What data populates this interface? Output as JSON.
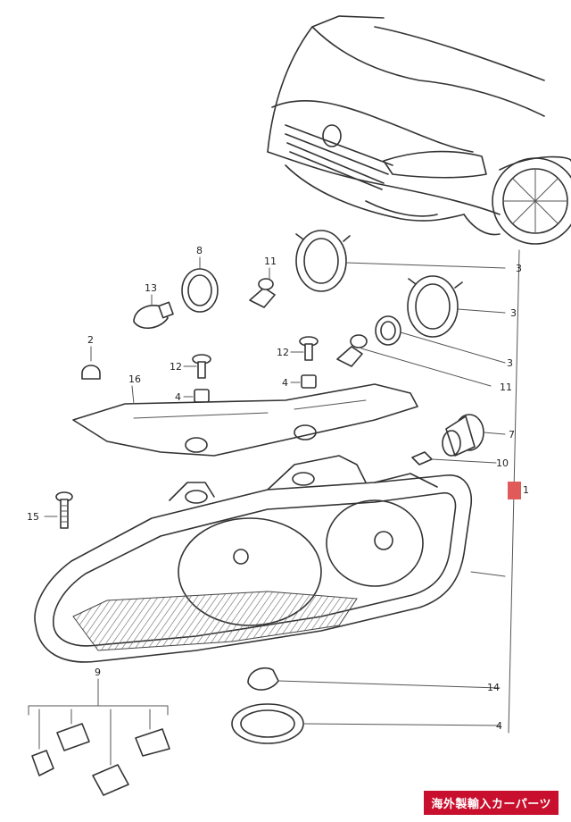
{
  "callouts": {
    "c1": "1",
    "c2": "2",
    "c3a": "3",
    "c3b": "3",
    "c3c": "3",
    "c4a": "4",
    "c4b": "4",
    "c4c": "4",
    "c7": "7",
    "c8": "8",
    "c9": "9",
    "c10": "10",
    "c11a": "11",
    "c11b": "11",
    "c12a": "12",
    "c12b": "12",
    "c13": "13",
    "c14": "14",
    "c15": "15",
    "c16": "16"
  },
  "watermark": "海外製輸入カーパーツ",
  "colors": {
    "line": "#333333",
    "highlight": "#e05a5a",
    "watermark_bg": "#c8102e"
  }
}
